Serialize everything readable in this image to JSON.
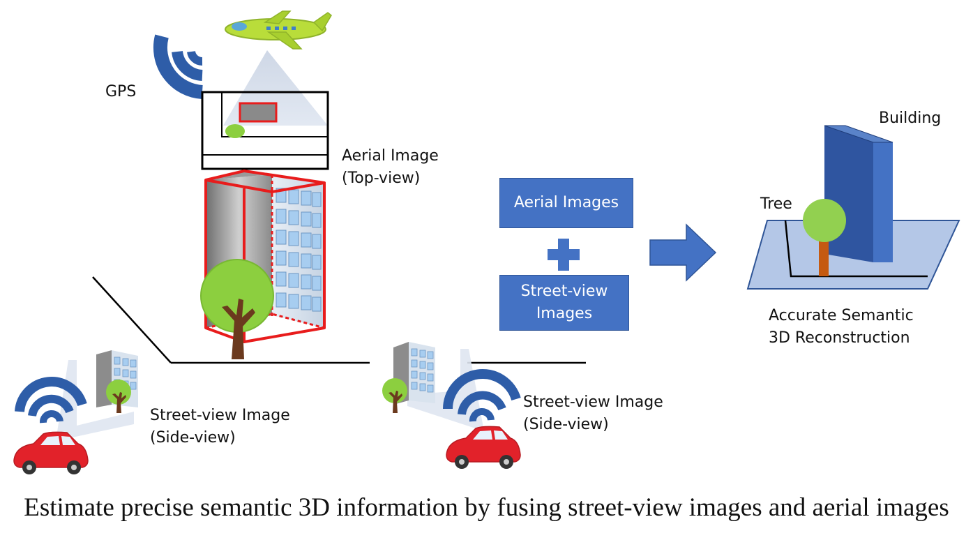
{
  "labels": {
    "gps": "GPS",
    "aerial_image_line1": "Aerial Image",
    "aerial_image_line2": "(Top-view)",
    "street_left_line1": "Street-view Image",
    "street_left_line2": "(Side-view)",
    "street_right_line1": "Street-view Image",
    "street_right_line2": "(Side-view)",
    "building": "Building",
    "tree": "Tree",
    "result_line1": "Accurate Semantic",
    "result_line2": "3D Reconstruction"
  },
  "boxes": {
    "aerial_images": "Aerial Images",
    "street_view_line1": "Street-view",
    "street_view_line2": "Images"
  },
  "caption": "Estimate precise semantic 3D information by fusing street-view images and aerial images",
  "colors": {
    "box_blue": "#4472c4",
    "signal_blue": "#2e5da8",
    "highlight_red": "#e81c1c",
    "foliage_green": "#8ccf3f",
    "car_red": "#e2222a",
    "ground_blue": "#b4c7e7"
  },
  "icons": [
    "airplane-icon",
    "gps-signal-icon",
    "building-icon",
    "tree-icon",
    "car-icon",
    "plus-icon",
    "arrow-right-icon"
  ]
}
